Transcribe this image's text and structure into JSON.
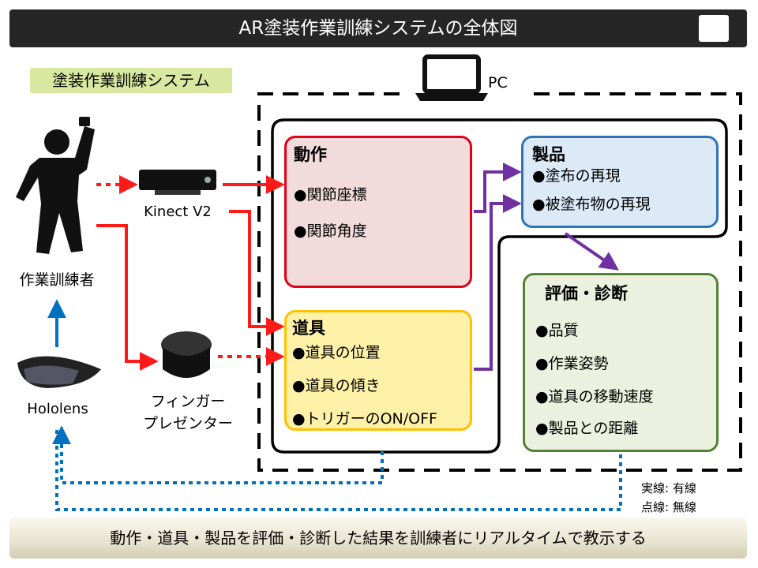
{
  "title": "AR塗装作業訓練システムの全体図",
  "system_label": "塗装作業訓練システム",
  "pc_label": "PC",
  "trainee_label": "作業訓練者",
  "kinect_label": "Kinect V2",
  "hololens_label": "Hololens",
  "finger_label_1": "フィンガー",
  "finger_label_2": "プレゼンター",
  "motion": {
    "title": "動作",
    "items": [
      "●関節座標",
      "●関節角度"
    ]
  },
  "tool": {
    "title": "道具",
    "items": [
      "●道具の位置",
      "●道具の傾き",
      "●トリガーのON/OFF"
    ]
  },
  "product": {
    "title": "製品",
    "items": [
      "●塗布の再現",
      "●被塗布物の再現"
    ]
  },
  "evaluation": {
    "title": "評価・診断",
    "items": [
      "●品質",
      "●作業姿勢",
      "●道具の移動速度",
      "●製品との距離"
    ]
  },
  "legend": {
    "solid": "実線: 有線",
    "dotted": "点線: 無線"
  },
  "bottom_banner": "動作・道具・製品を評価・診断した結果を訓練者にリアルタイムで教示する",
  "colors": {
    "red": "#ff1a1a",
    "purple": "#7030a0",
    "blue": "#0070c0",
    "title_bg": "#262626"
  }
}
